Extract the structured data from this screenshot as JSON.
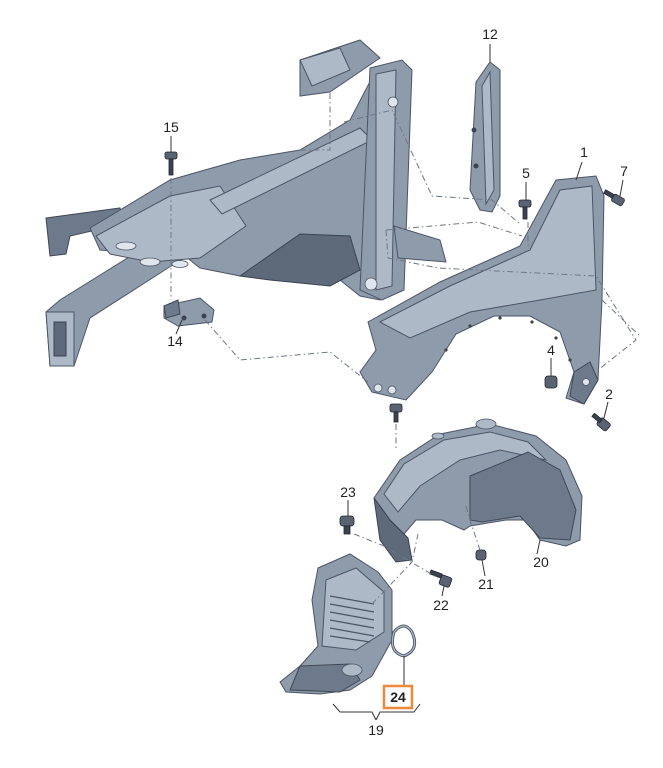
{
  "diagram": {
    "parts": [
      {
        "id": "p1",
        "label": "1"
      },
      {
        "id": "p2",
        "label": "2"
      },
      {
        "id": "p4",
        "label": "4"
      },
      {
        "id": "p5",
        "label": "5"
      },
      {
        "id": "p7",
        "label": "7"
      },
      {
        "id": "p12",
        "label": "12"
      },
      {
        "id": "p14",
        "label": "14"
      },
      {
        "id": "p15",
        "label": "15"
      },
      {
        "id": "p19",
        "label": "19"
      },
      {
        "id": "p20",
        "label": "20"
      },
      {
        "id": "p21",
        "label": "21"
      },
      {
        "id": "p22",
        "label": "22"
      },
      {
        "id": "p23",
        "label": "23"
      },
      {
        "id": "p24",
        "label": "24"
      }
    ],
    "highlighted_part": "24",
    "colors": {
      "body": "#8e9bab",
      "body_light": "#aeb9c7",
      "body_dark": "#6d7a8b",
      "outline": "#4b5566",
      "highlight": "#f0883a",
      "label": "#222222"
    }
  }
}
